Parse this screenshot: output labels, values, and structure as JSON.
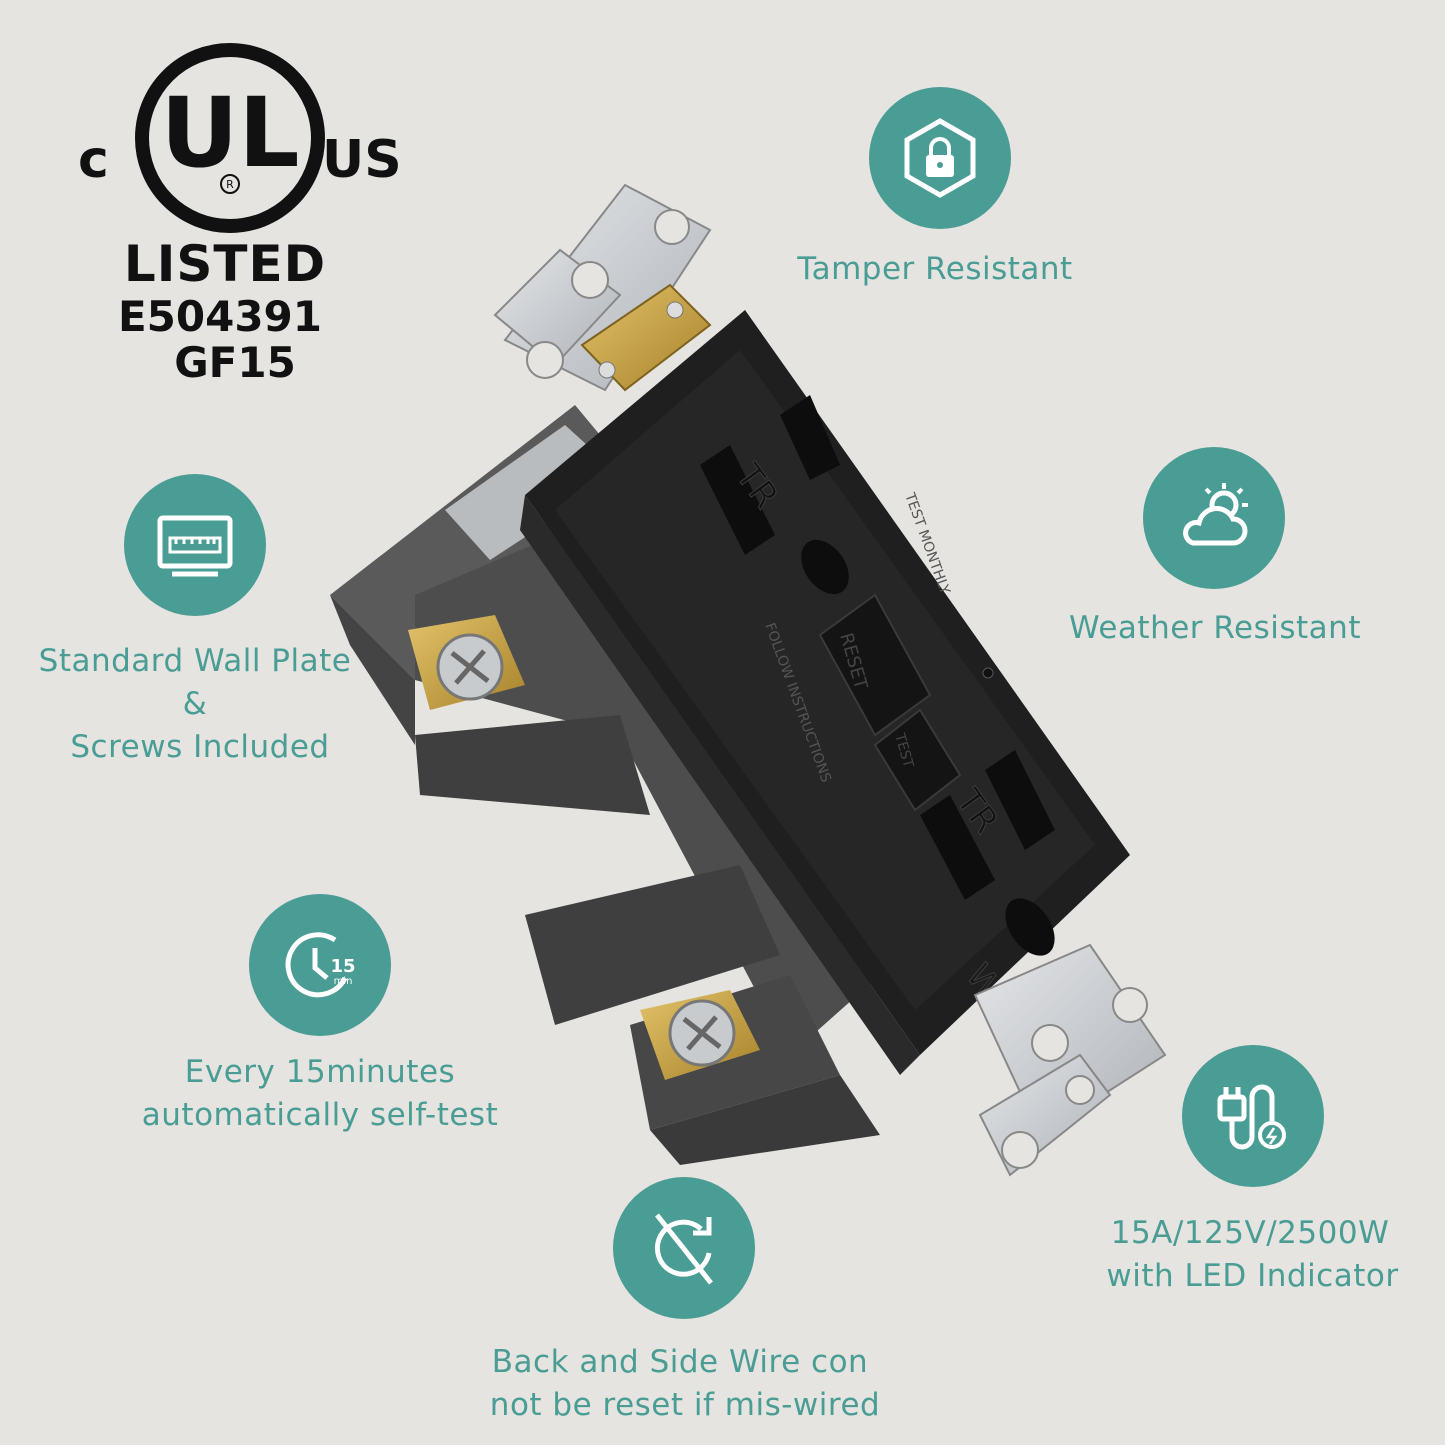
{
  "ul_mark": {
    "c": "c",
    "us": "US",
    "listed": "LISTED",
    "file_number": "E504391",
    "model": "GF15"
  },
  "features": {
    "tamper": {
      "label": "Tamper Resistant",
      "icon": "lock-hexagon-icon"
    },
    "weather": {
      "label": "Weather Resistant",
      "icon": "sun-cloud-icon"
    },
    "wall_plate": {
      "line1": "Standard Wall Plate",
      "line2": "&",
      "line3": "Screws Included",
      "icon": "wall-plate-icon"
    },
    "self_test": {
      "line1": "Every 15minutes",
      "line2": "automatically self-test",
      "icon": "clock-15-icon",
      "icon_text": "15",
      "icon_unit": "min"
    },
    "rating": {
      "line1": "15A/125V/2500W",
      "line2": "with LED Indicator",
      "icon": "plug-cord-icon"
    },
    "miswire": {
      "line1": "Back and Side Wire con",
      "line2": "not be reset if mis-wired",
      "icon": "no-reset-icon"
    }
  },
  "outlet": {
    "tr_top": "TR",
    "tr_bottom": "TR",
    "wr": "WR",
    "reset": "RESET",
    "test": "TEST",
    "monthly": "TEST MONTHLY",
    "instructions": "FOLLOW INSTRUCTIONS"
  },
  "colors": {
    "accent": "#4a9d95",
    "background": "#e6e4e0",
    "outlet_face": "#222222",
    "outlet_body": "#3a3a3a",
    "metal": "#c9ccd0",
    "brass": "#c9a23a"
  }
}
